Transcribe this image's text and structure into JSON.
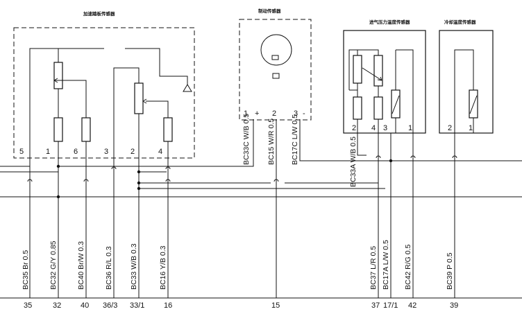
{
  "components": {
    "accel_pedal_sensor": {
      "title": "加速踏板传感器",
      "pins": [
        "5",
        "1",
        "6",
        "3",
        "2",
        "4"
      ]
    },
    "vehicle_speed_sensor": {
      "title": "制动传感器",
      "pins": [
        "1",
        "+",
        "2",
        "3",
        "-"
      ]
    },
    "intake_pressure_temp_sensor": {
      "title": "进气压力温度传感器",
      "pins": [
        "2",
        "4",
        "3",
        "1"
      ]
    },
    "coolant_temp_sensor": {
      "title": "冷却温度传感器",
      "pins": [
        "2",
        "1"
      ]
    }
  },
  "upper_wires": [
    {
      "id": "bc33c",
      "label": "BC33C W/B 0.5"
    },
    {
      "id": "bc15",
      "label": "BC15 W/R 0.5"
    },
    {
      "id": "bc17c",
      "label": "BC17C L/W 0.5"
    },
    {
      "id": "bc33a",
      "label": "BC33A W/B 0.5"
    }
  ],
  "bottom_wires": [
    {
      "id": "bc35",
      "label": "BC35 Br 0.5",
      "terminal": "35"
    },
    {
      "id": "bc32",
      "label": "BC32 G/Y 0.85",
      "terminal": "32"
    },
    {
      "id": "bc40",
      "label": "BC40 Br/W 0.3",
      "terminal": "40"
    },
    {
      "id": "bc36",
      "label": "BC36 R/L 0.3",
      "terminal": "36/3"
    },
    {
      "id": "bc33",
      "label": "BC33 W/B 0.3",
      "terminal": "33/1"
    },
    {
      "id": "bc16",
      "label": "BC16 Y/B 0.3",
      "terminal": "16"
    },
    {
      "id": "t15",
      "label": "",
      "terminal": "15"
    },
    {
      "id": "bc37",
      "label": "BC37 L/R 0.5",
      "terminal": "37"
    },
    {
      "id": "bc17a",
      "label": "BC17A L/W 0.5",
      "terminal": "17/1"
    },
    {
      "id": "bc42",
      "label": "BC42 R/G 0.5",
      "terminal": "42"
    },
    {
      "id": "bc39",
      "label": "BC39 P 0.5",
      "terminal": "39"
    }
  ]
}
